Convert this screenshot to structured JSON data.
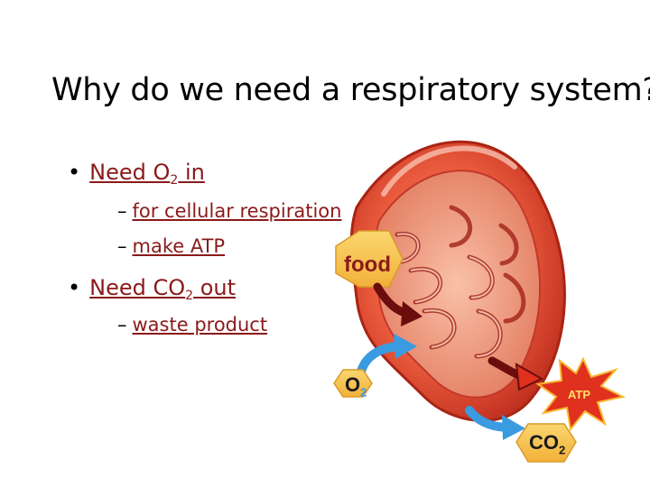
{
  "slide": {
    "title": "Why do we need a respiratory system?",
    "bullets": [
      {
        "text": "Need O",
        "subscript": "2",
        "suffix": " in",
        "subpoints": [
          "for cellular respiration",
          "make ATP"
        ]
      },
      {
        "text": "Need CO",
        "subscript": "2",
        "suffix": " out",
        "subpoints": [
          "waste product"
        ]
      }
    ]
  },
  "diagram": {
    "food_label": "food",
    "o2_label": "O",
    "o2_subscript": "2",
    "atp_label": "ATP",
    "co2_label": "CO",
    "co2_subscript": "2",
    "colors": {
      "bullet_text": "#8b1a1a",
      "mitochondrion": "#e8432e",
      "hexagon": "#f6c453",
      "star": "#e0301e",
      "arrow_dark": "#6b0d0d",
      "arrow_blue": "#3a9be0",
      "atp_text": "#ffe16b"
    }
  }
}
